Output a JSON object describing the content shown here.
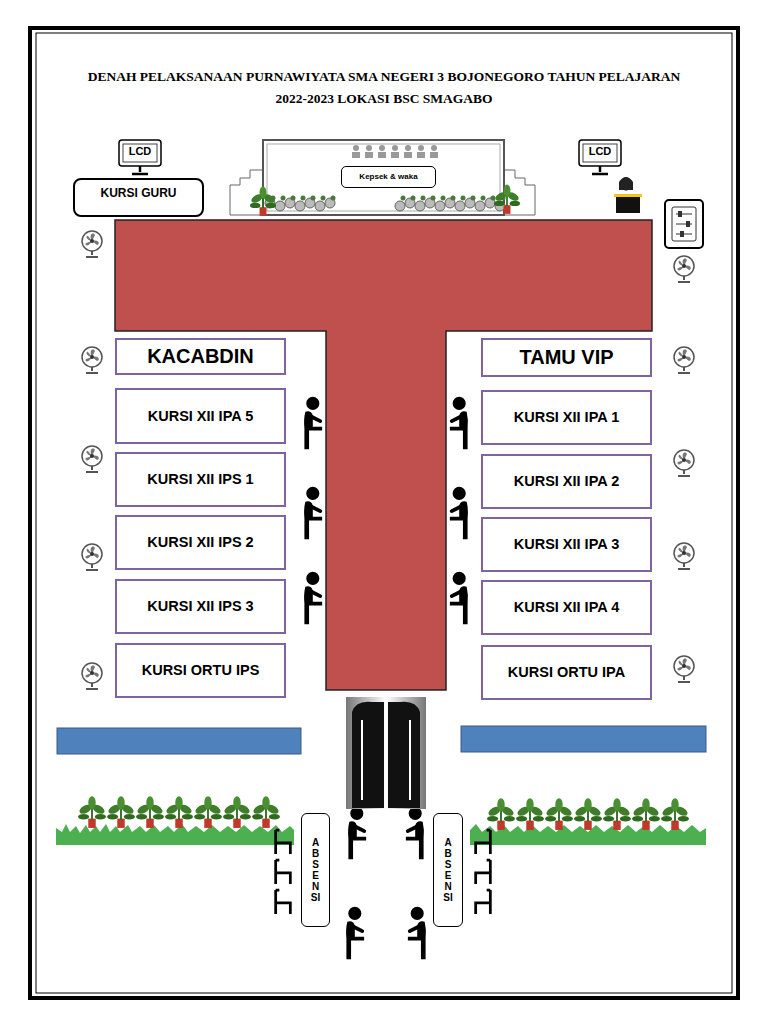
{
  "diagram": {
    "title": "DENAH PELAKSANAAN PURNAWIYATA SMA NEGERI 3 BOJONEGORO TAHUN PELAJARAN 2022-2023 LOKASI BSC SMAGABO",
    "nodes": [
      {
        "text": [
          "LCD"
        ]
      },
      {
        "text": [
          "KURSI GURU"
        ]
      },
      {
        "text": [
          "Kepsek & waka"
        ]
      },
      {
        "text": [
          "LCD"
        ]
      },
      {
        "text": [
          "KACABDIN"
        ]
      },
      {
        "text": [
          "TAMU VIP"
        ]
      },
      {
        "text": [
          "KURSI XII IPA 5"
        ]
      },
      {
        "text": [
          "KURSI XII IPA 1"
        ]
      },
      {
        "text": [
          "KURSI XII IPS 1"
        ]
      },
      {
        "text": [
          "KURSI XII IPA 2"
        ]
      },
      {
        "text": [
          "KURSI XII IPS 2"
        ]
      },
      {
        "text": [
          "KURSI XII IPA 3"
        ]
      },
      {
        "text": [
          "KURSI XII IPS 3"
        ]
      },
      {
        "text": [
          "KURSI XII IPA 4"
        ]
      },
      {
        "text": [
          "KURSI ORTU IPS"
        ]
      },
      {
        "text": [
          "KURSI ORTU IPA"
        ]
      },
      {
        "text": [
          "ABSENSI"
        ]
      },
      {
        "text": [
          "ABSENSI"
        ]
      }
    ]
  }
}
